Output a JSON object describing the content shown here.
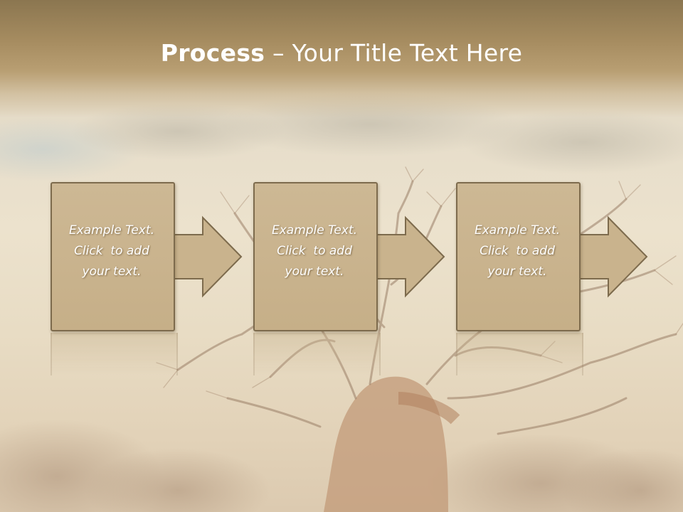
{
  "slide": {
    "title_bold": "Process",
    "title_rest": " – Your Title Text Here"
  },
  "steps": [
    {
      "line1": "Example Text.",
      "line2": "Click  to add",
      "line3": "your text."
    },
    {
      "line1": "Example Text.",
      "line2": "Click  to add",
      "line3": "your text."
    },
    {
      "line1": "Example Text.",
      "line2": "Click  to add",
      "line3": "your text."
    }
  ],
  "colors": {
    "title_band": "#a68c60",
    "box_fill": "#c9b38d",
    "box_border": "#7d6b4d",
    "text": "#ffffff"
  }
}
